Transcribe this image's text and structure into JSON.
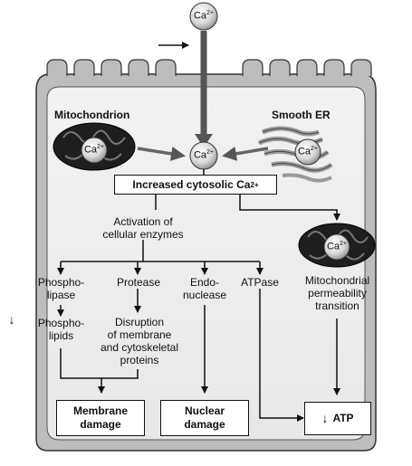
{
  "ion": {
    "base": "Ca",
    "charge": "2+"
  },
  "organelles": {
    "mitochondrion": "Mitochondrion",
    "smooth_er": "Smooth ER"
  },
  "central_box": {
    "text": "Increased cytosolic Ca",
    "sup": "2+"
  },
  "activation": {
    "line1": "Activation of",
    "line2": "cellular enzymes"
  },
  "enzymes": {
    "phospholipase": [
      "Phospho-",
      "lipase"
    ],
    "protease": "Protease",
    "endonuclease": [
      "Endo-",
      "nuclease"
    ],
    "atpase": "ATPase"
  },
  "effects": {
    "phospholipids": [
      "Phospho-",
      "lipids"
    ],
    "disruption": [
      "Disruption",
      "of membrane",
      "and cytoskeletal",
      "proteins"
    ],
    "mpt": [
      "Mitochondrial",
      "permeability",
      "transition"
    ]
  },
  "outcomes": {
    "membrane": [
      "Membrane",
      "damage"
    ],
    "nuclear": [
      "Nuclear",
      "damage"
    ],
    "atp": "ATP"
  },
  "symbols": {
    "down_arrow": "↓",
    "entry_arrow": "right-arrow-icon"
  }
}
